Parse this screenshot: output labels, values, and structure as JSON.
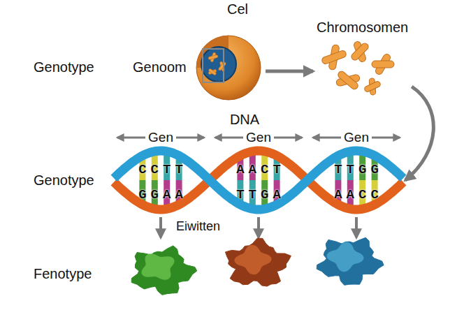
{
  "diagram": {
    "nodes": [
      {
        "text": [
          "Cel"
        ]
      },
      {
        "text": [
          "Chromosomen"
        ]
      },
      {
        "text": [
          "DNA"
        ]
      }
    ],
    "edges": [
      {
        "from": 0,
        "to": 1,
        "arrow": "to"
      },
      {
        "from": 1,
        "to": 2,
        "arrow": "to"
      }
    ],
    "labels": [
      "Genotype",
      "Genoom",
      "Gen",
      "Gen",
      "Gen",
      "CCTT",
      "GGAA",
      "AACT",
      "TTGA",
      "TTGG",
      "AACC",
      "Genotype",
      "Eiwitten",
      "Fenotype"
    ]
  }
}
